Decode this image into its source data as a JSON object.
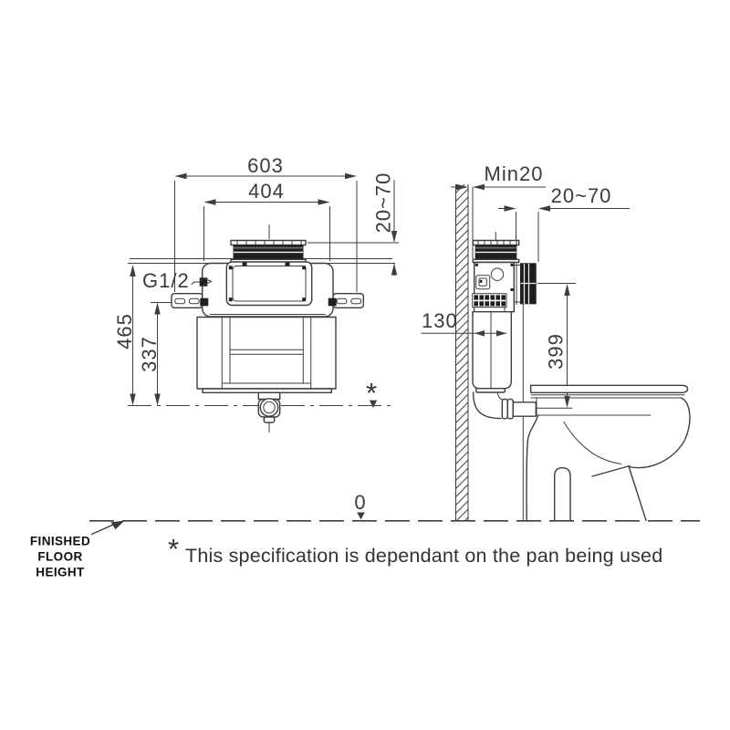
{
  "front_view": {
    "outer_width": "603",
    "inner_width": "404",
    "finish_depth": "20~70",
    "inlet_thread": "G1/2",
    "overall_height": "465",
    "fixing_height": "337",
    "pan_note_marker": "*"
  },
  "side_view": {
    "wall_gap": "Min20",
    "finish_depth": "20~70",
    "tank_depth": "130",
    "outlet_height": "399"
  },
  "floor": {
    "label_lines": [
      "FINISHED",
      "FLOOR",
      "HEIGHT"
    ],
    "zero": "0"
  },
  "note": {
    "marker": "*",
    "text": "This specification is dependant on the pan being used"
  },
  "colors": {
    "line_color": "#3d3d3d",
    "dark_fill": "#1f1f1f",
    "background": "#ffffff"
  }
}
